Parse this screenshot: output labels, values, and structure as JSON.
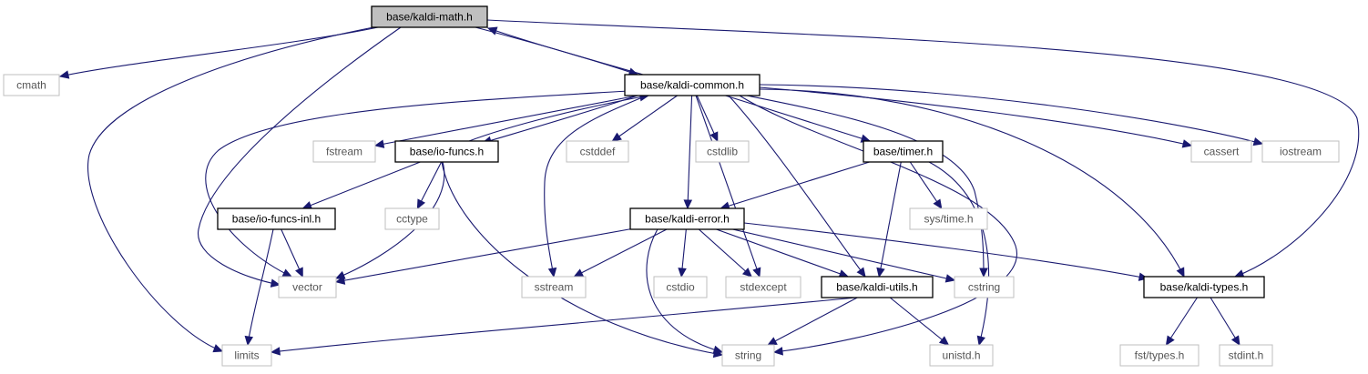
{
  "graph": {
    "title": "base/kaldi-math.h",
    "colors": {
      "edge": "#191970",
      "primary_border": "#000000",
      "external_border": "#bfbfbf",
      "focus_fill": "#bfbfbf"
    },
    "nodes": [
      {
        "id": "kaldi_math",
        "label": "base/kaldi-math.h",
        "kind": "focus"
      },
      {
        "id": "cmath",
        "label": "cmath",
        "kind": "external"
      },
      {
        "id": "kaldi_common",
        "label": "base/kaldi-common.h",
        "kind": "primary"
      },
      {
        "id": "fstream",
        "label": "fstream",
        "kind": "external"
      },
      {
        "id": "io_funcs",
        "label": "base/io-funcs.h",
        "kind": "primary"
      },
      {
        "id": "cstddef",
        "label": "cstddef",
        "kind": "external"
      },
      {
        "id": "cstdlib",
        "label": "cstdlib",
        "kind": "external"
      },
      {
        "id": "timer",
        "label": "base/timer.h",
        "kind": "primary"
      },
      {
        "id": "cassert",
        "label": "cassert",
        "kind": "external"
      },
      {
        "id": "iostream",
        "label": "iostream",
        "kind": "external"
      },
      {
        "id": "io_funcs_inl",
        "label": "base/io-funcs-inl.h",
        "kind": "primary"
      },
      {
        "id": "cctype",
        "label": "cctype",
        "kind": "external"
      },
      {
        "id": "kaldi_error",
        "label": "base/kaldi-error.h",
        "kind": "primary"
      },
      {
        "id": "sys_time",
        "label": "sys/time.h",
        "kind": "external"
      },
      {
        "id": "vector",
        "label": "vector",
        "kind": "external"
      },
      {
        "id": "sstream",
        "label": "sstream",
        "kind": "external"
      },
      {
        "id": "cstdio",
        "label": "cstdio",
        "kind": "external"
      },
      {
        "id": "stdexcept",
        "label": "stdexcept",
        "kind": "external"
      },
      {
        "id": "kaldi_utils",
        "label": "base/kaldi-utils.h",
        "kind": "primary"
      },
      {
        "id": "cstring",
        "label": "cstring",
        "kind": "external"
      },
      {
        "id": "kaldi_types",
        "label": "base/kaldi-types.h",
        "kind": "primary"
      },
      {
        "id": "limits",
        "label": "limits",
        "kind": "external"
      },
      {
        "id": "string",
        "label": "string",
        "kind": "external"
      },
      {
        "id": "unistd",
        "label": "unistd.h",
        "kind": "external"
      },
      {
        "id": "fst_types",
        "label": "fst/types.h",
        "kind": "external"
      },
      {
        "id": "stdint",
        "label": "stdint.h",
        "kind": "external"
      }
    ],
    "edges": [
      {
        "from": "kaldi_math",
        "to": "cmath"
      },
      {
        "from": "kaldi_math",
        "to": "kaldi_common"
      },
      {
        "from": "kaldi_common",
        "to": "kaldi_math"
      },
      {
        "from": "kaldi_math",
        "to": "vector"
      },
      {
        "from": "kaldi_math",
        "to": "limits"
      },
      {
        "from": "kaldi_math",
        "to": "kaldi_types"
      },
      {
        "from": "kaldi_common",
        "to": "fstream"
      },
      {
        "from": "kaldi_common",
        "to": "io_funcs"
      },
      {
        "from": "io_funcs",
        "to": "kaldi_common"
      },
      {
        "from": "kaldi_common",
        "to": "cstddef"
      },
      {
        "from": "kaldi_common",
        "to": "cstdlib"
      },
      {
        "from": "kaldi_common",
        "to": "timer"
      },
      {
        "from": "kaldi_common",
        "to": "cassert"
      },
      {
        "from": "kaldi_common",
        "to": "iostream"
      },
      {
        "from": "kaldi_common",
        "to": "kaldi_error"
      },
      {
        "from": "kaldi_common",
        "to": "vector"
      },
      {
        "from": "kaldi_common",
        "to": "sstream"
      },
      {
        "from": "kaldi_common",
        "to": "stdexcept"
      },
      {
        "from": "kaldi_common",
        "to": "kaldi_utils"
      },
      {
        "from": "kaldi_common",
        "to": "cstring"
      },
      {
        "from": "kaldi_common",
        "to": "string"
      },
      {
        "from": "kaldi_common",
        "to": "kaldi_types"
      },
      {
        "from": "io_funcs",
        "to": "io_funcs_inl"
      },
      {
        "from": "io_funcs",
        "to": "cctype"
      },
      {
        "from": "io_funcs",
        "to": "vector"
      },
      {
        "from": "io_funcs",
        "to": "string"
      },
      {
        "from": "io_funcs_inl",
        "to": "vector"
      },
      {
        "from": "io_funcs_inl",
        "to": "limits"
      },
      {
        "from": "timer",
        "to": "kaldi_error"
      },
      {
        "from": "timer",
        "to": "sys_time"
      },
      {
        "from": "timer",
        "to": "kaldi_utils"
      },
      {
        "from": "timer",
        "to": "unistd"
      },
      {
        "from": "kaldi_error",
        "to": "vector"
      },
      {
        "from": "kaldi_error",
        "to": "sstream"
      },
      {
        "from": "kaldi_error",
        "to": "cstdio"
      },
      {
        "from": "kaldi_error",
        "to": "stdexcept"
      },
      {
        "from": "kaldi_error",
        "to": "kaldi_utils"
      },
      {
        "from": "kaldi_error",
        "to": "cstring"
      },
      {
        "from": "kaldi_error",
        "to": "string"
      },
      {
        "from": "kaldi_error",
        "to": "kaldi_types"
      },
      {
        "from": "kaldi_utils",
        "to": "limits"
      },
      {
        "from": "kaldi_utils",
        "to": "string"
      },
      {
        "from": "kaldi_utils",
        "to": "unistd"
      },
      {
        "from": "kaldi_types",
        "to": "fst_types"
      },
      {
        "from": "kaldi_types",
        "to": "stdint"
      }
    ]
  }
}
